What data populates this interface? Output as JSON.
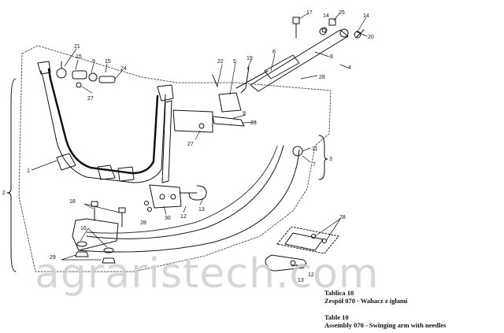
{
  "caption": {
    "pl_table": "Tablica 10",
    "pl_assembly": "Zespół 070 - Wahacz z igłami",
    "en_table": "Table 10",
    "en_assembly": "Assembly 070 - Swinging arm with needles"
  },
  "watermark": "agraristech.com",
  "part_labels": [
    "1",
    "2",
    "3",
    "4",
    "5",
    "6",
    "7",
    "8",
    "9",
    "9",
    "11",
    "12",
    "12",
    "13",
    "13",
    "14",
    "14",
    "15",
    "15",
    "16",
    "17",
    "18",
    "19",
    "20",
    "21",
    "22",
    "23",
    "24",
    "25",
    "27",
    "27",
    "28",
    "28",
    "28",
    "29",
    "30"
  ]
}
